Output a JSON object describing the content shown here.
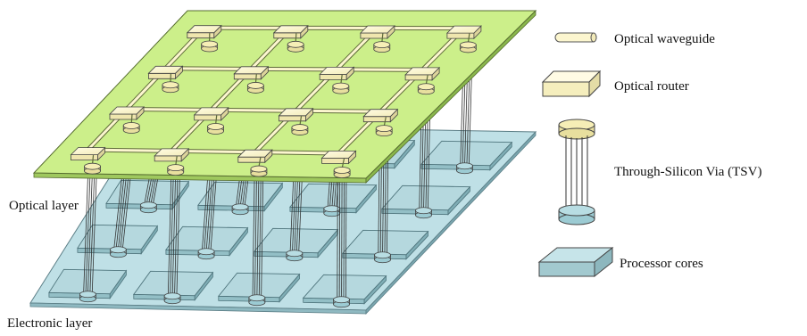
{
  "labels": {
    "optical_layer": "Optical layer",
    "electronic_layer": "Electronic layer"
  },
  "legend": {
    "waveguide": "Optical waveguide",
    "router": "Optical router",
    "tsv": "Through-Silicon Via (TSV)",
    "cores": "Processor cores"
  },
  "colors": {
    "optical_plane": "#ccef8a",
    "electronic_plane": "#bfe0e6",
    "router": "#fcf6cf",
    "core": "#b5d8de",
    "tsv_top": "#f6eeb6",
    "tsv_bottom": "#b8dde3"
  }
}
